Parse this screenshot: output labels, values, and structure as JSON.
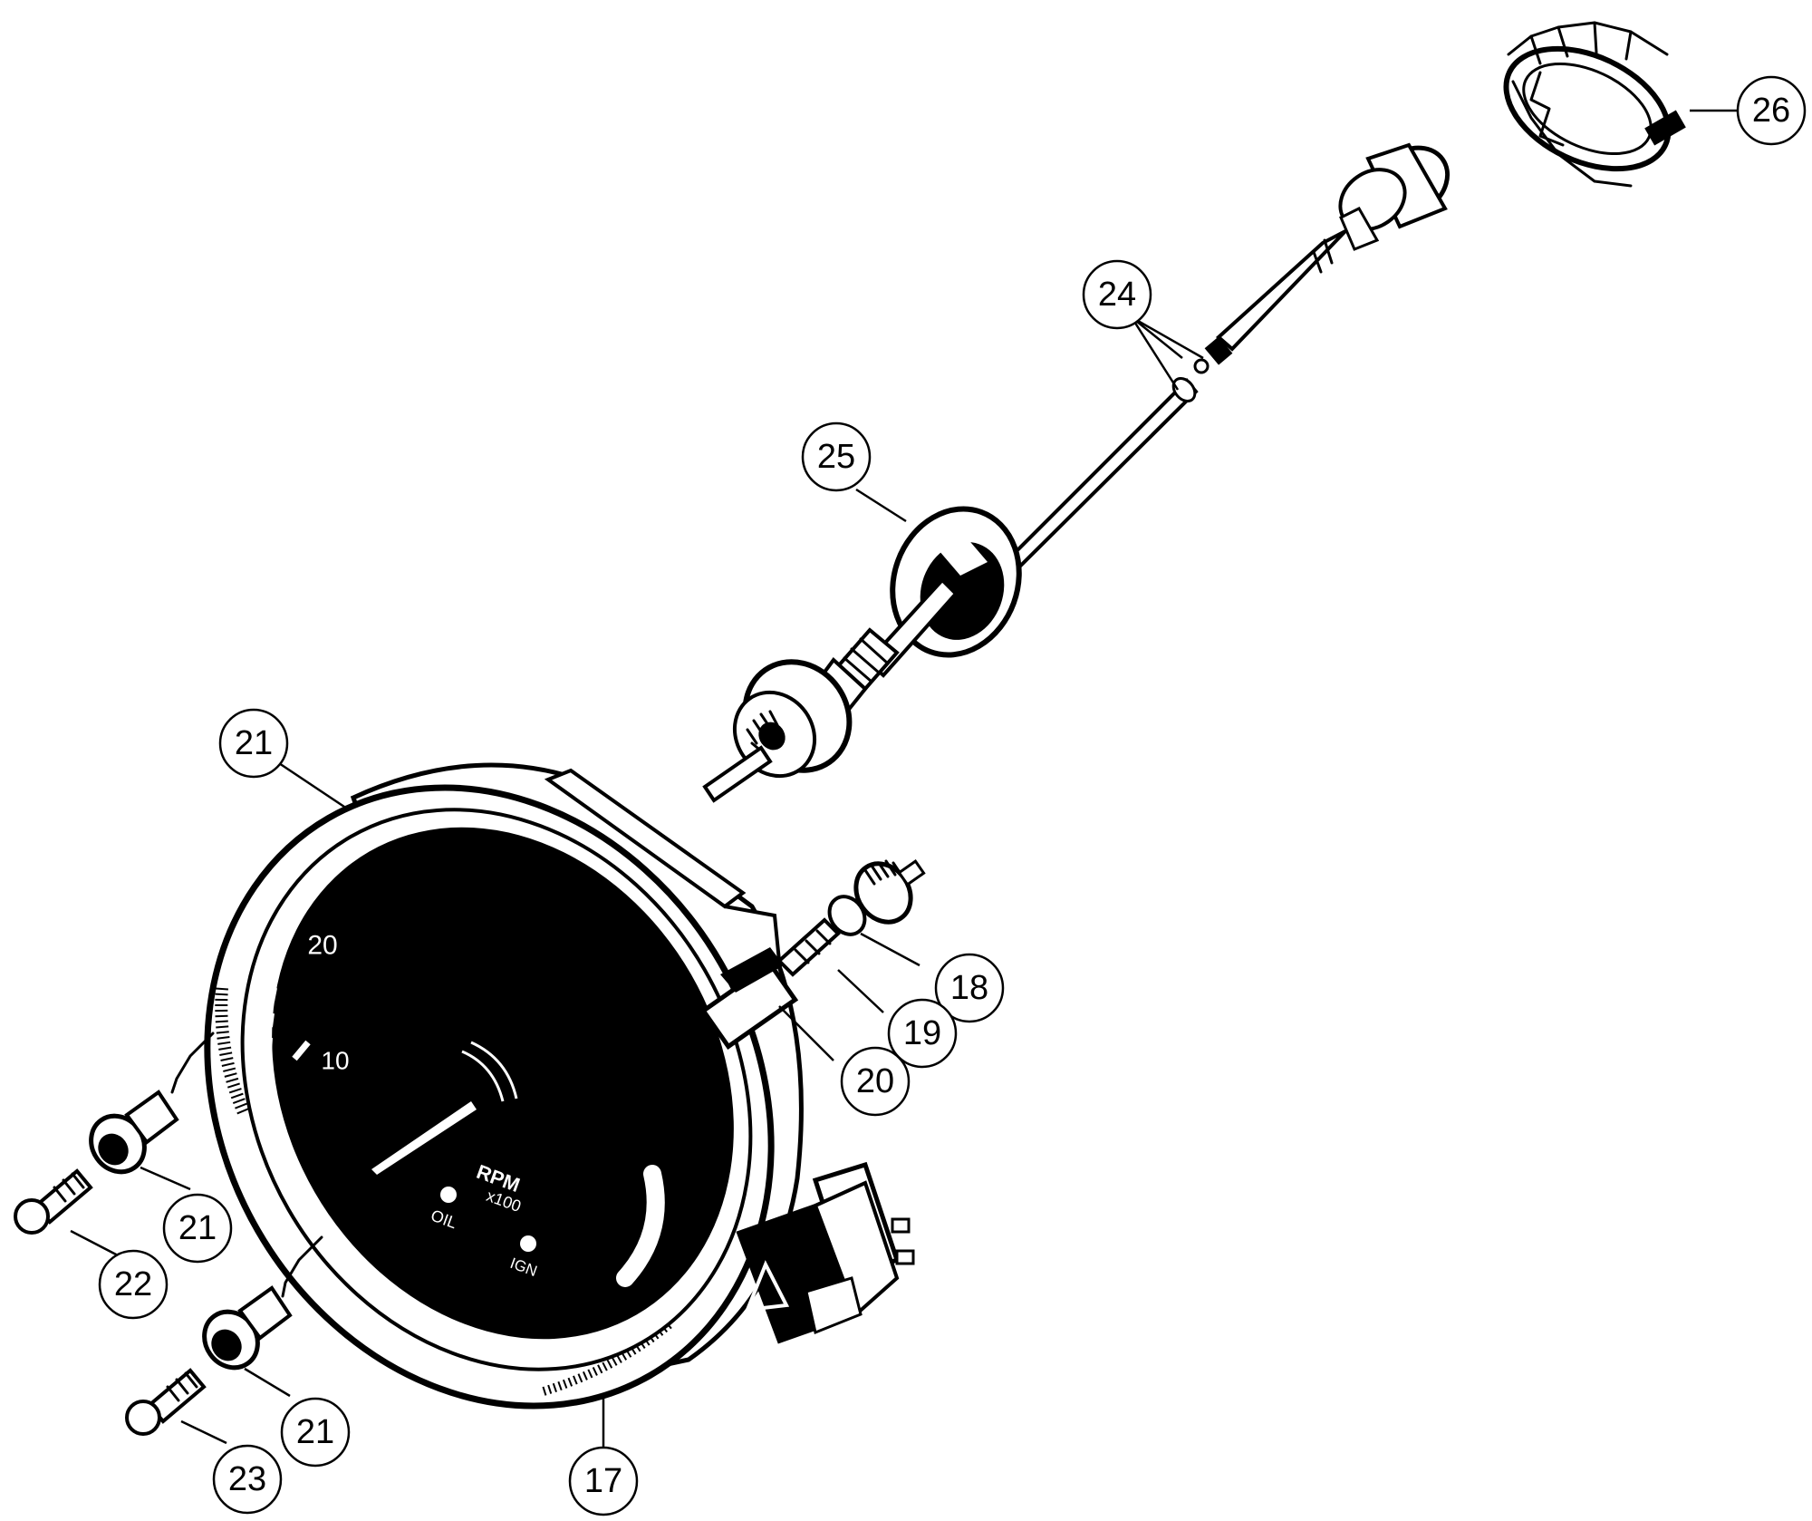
{
  "callouts": [
    {
      "id": "c17",
      "label": "17"
    },
    {
      "id": "c18",
      "label": "18"
    },
    {
      "id": "c19",
      "label": "19"
    },
    {
      "id": "c20",
      "label": "20"
    },
    {
      "id": "c21a",
      "label": "21"
    },
    {
      "id": "c21b",
      "label": "21"
    },
    {
      "id": "c21c",
      "label": "21"
    },
    {
      "id": "c22",
      "label": "22"
    },
    {
      "id": "c23",
      "label": "23"
    },
    {
      "id": "c24",
      "label": "24"
    },
    {
      "id": "c25",
      "label": "25"
    },
    {
      "id": "c26",
      "label": "26"
    }
  ],
  "dial": {
    "tick_20": "20",
    "tick_10": "10",
    "unit_line1": "RPM",
    "unit_line2": "x100",
    "oil_label": "OIL",
    "ign_label": "IGN"
  }
}
